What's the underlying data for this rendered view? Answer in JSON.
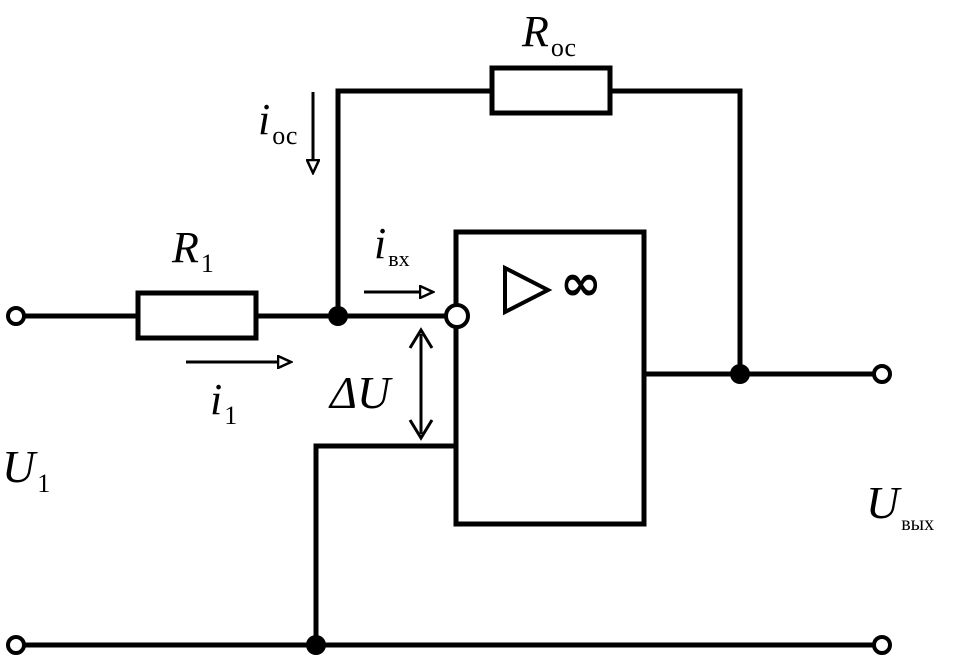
{
  "labels": {
    "r_feedback": {
      "main": "R",
      "sub": "ос"
    },
    "i_feedback": {
      "main": "i",
      "sub": "ос"
    },
    "r1": {
      "main": "R",
      "sub": "1"
    },
    "i_input": {
      "main": "i",
      "sub": "вх"
    },
    "i1": {
      "main": "i",
      "sub": "1"
    },
    "delta_u": {
      "main": "ΔU"
    },
    "u1": {
      "main": "U",
      "sub": "1"
    },
    "u_out": {
      "main": "U",
      "sub": "вых"
    }
  },
  "opamp": {
    "symbol": "∞"
  },
  "colors": {
    "line": "#000000",
    "background": "#ffffff"
  }
}
